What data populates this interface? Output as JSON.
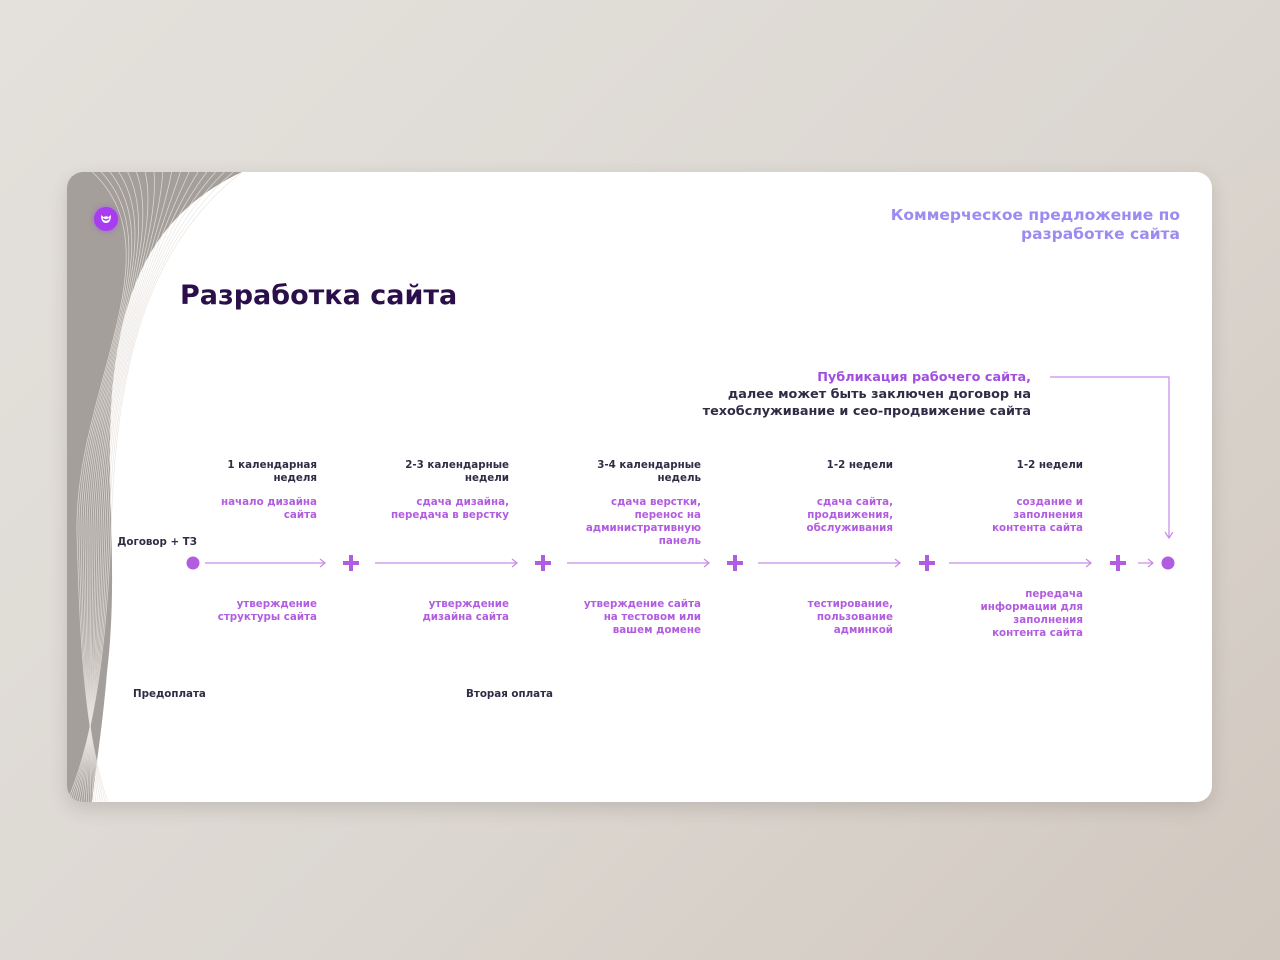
{
  "header": {
    "title_line1": "Коммерческое предложение по",
    "title_line2": "разработке сайта"
  },
  "page_title": "Разработка сайта",
  "publication": {
    "line1": "Публикация рабочего сайта,",
    "line2": "далее может быть заключен договор на",
    "line3": "техобслуживание и сео-продвижение сайта"
  },
  "start_label": "Договор + ТЗ",
  "payments": {
    "first": "Предоплата",
    "second": "Вторая оплата"
  },
  "stages": [
    {
      "duration": [
        "1 календарная",
        "неделя"
      ],
      "top": [
        "начало дизайна",
        "сайта"
      ],
      "bottom": [
        "утверждение",
        "структуры сайта"
      ]
    },
    {
      "duration": [
        "2-3 календарные",
        "недели"
      ],
      "top": [
        "сдача дизайна,",
        "передача в верстку"
      ],
      "bottom": [
        "утверждение",
        "дизайна сайта"
      ]
    },
    {
      "duration": [
        "3-4 календарные",
        "недель"
      ],
      "top": [
        "сдача верстки,",
        "перенос на",
        "административную",
        "панель"
      ],
      "bottom": [
        "утверждение сайта",
        "на тестовом или",
        "вашем домене"
      ]
    },
    {
      "duration": [
        "1-2 недели"
      ],
      "top": [
        "сдача сайта,",
        "продвижения,",
        "обслуживания"
      ],
      "bottom": [
        "тестирование,",
        "пользование",
        "админкой"
      ]
    },
    {
      "duration": [
        "1-2 недели"
      ],
      "top": [
        "создание и",
        "заполнения",
        "контента сайта"
      ],
      "bottom": [
        "передача",
        "информации для",
        "заполнения",
        "контента сайта"
      ]
    }
  ],
  "colors": {
    "accent": "#b25ce0",
    "line": "#c98ae6",
    "title": "#2a0f4b",
    "header": "#9a8cf0"
  }
}
